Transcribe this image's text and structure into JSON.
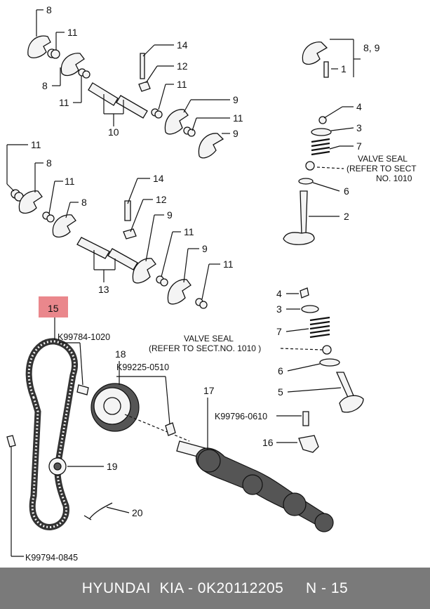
{
  "labels": {
    "l8a": "8",
    "l11a": "11",
    "l8b": "8",
    "l11b": "11",
    "l10": "10",
    "l14a": "14",
    "l12a": "12",
    "l11c": "11",
    "l9a": "9",
    "l11d": "11",
    "l9b": "9",
    "l89": "8, 9",
    "l1": "1",
    "l4a": "4",
    "l3a": "3",
    "l7a": "7",
    "l6a": "6",
    "l2": "2",
    "l11e": "11",
    "l8c": "8",
    "l11f": "11",
    "l8d": "8",
    "l14b": "14",
    "l12b": "12",
    "l9c": "9",
    "l11g": "11",
    "l9d": "9",
    "l11h": "11",
    "l13": "13",
    "l15": "15",
    "l18": "18",
    "l17": "17",
    "l19": "19",
    "l20": "20",
    "l4b": "4",
    "l3b": "3",
    "l7b": "7",
    "l6b": "6",
    "l5": "5",
    "l16": "16"
  },
  "codes": {
    "k1": "K99784-1020",
    "k2": "K99225-0510",
    "k3": "K99796-0610",
    "k4": "K99794-0845"
  },
  "notes": {
    "seal1_line1": "VALVE SEAL",
    "seal1_line2": "(REFER TO SECT",
    "seal1_line3": "NO. 1010",
    "seal2_line1": "VALVE SEAL",
    "seal2_line2": "(REFER TO SECT.NO. 1010 )"
  },
  "highlight_color": "#e87a80",
  "footer": {
    "text": "HYUNDAI  KIA - 0K20112205     N - 15"
  }
}
